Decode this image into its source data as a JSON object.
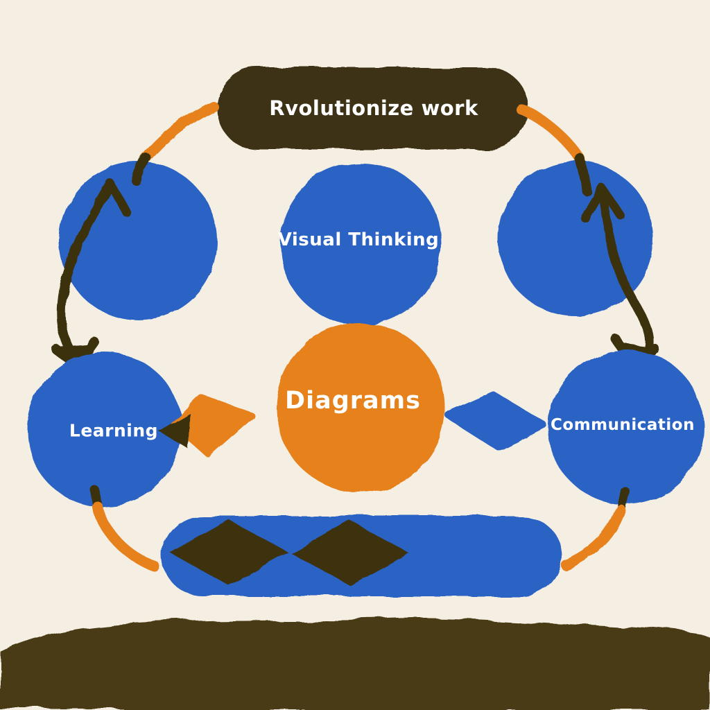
{
  "palette": {
    "background": "#F5EFE3",
    "node_blue": "#2C63C3",
    "accent_orange": "#E6811E",
    "dark_brown": "#3D3313",
    "arrow_dark": "#3A3110",
    "ground_brown": "#4A3A14",
    "label_text": "#FFFFFF"
  },
  "banner": {
    "label": "Rvolutionize work"
  },
  "center": {
    "label": "Diagrams"
  },
  "nodes": {
    "visual_thinking": {
      "label": "Visual Thinking"
    },
    "learning": {
      "label": "Learning"
    },
    "communication": {
      "label": "Communication"
    }
  }
}
